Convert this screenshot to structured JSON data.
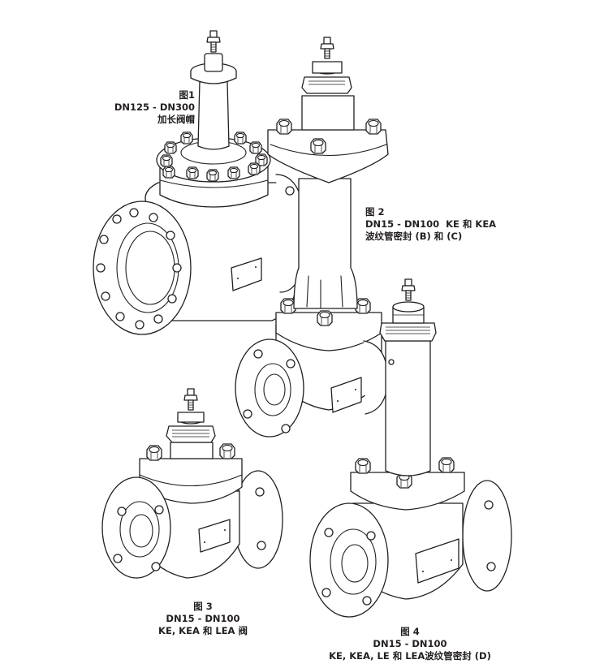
{
  "figures": [
    {
      "id": "fig1",
      "number": "图1",
      "range": "DN125 - DN300",
      "description": "加长阀帽"
    },
    {
      "id": "fig2",
      "number": "图 2",
      "range": "DN15 - DN100  KE 和 KEA",
      "description": "波纹管密封 (B) 和 (C)"
    },
    {
      "id": "fig3",
      "number": "图 3",
      "range": "DN15 - DN100",
      "description": "KE, KEA 和 LEA 阀"
    },
    {
      "id": "fig4",
      "number": "图 4",
      "range": "DN15 - DN100",
      "description": "KE, KEA, LE 和 LEA波纹管密封 (D)"
    }
  ],
  "colors": {
    "line": "#231f20",
    "background": "#ffffff"
  }
}
